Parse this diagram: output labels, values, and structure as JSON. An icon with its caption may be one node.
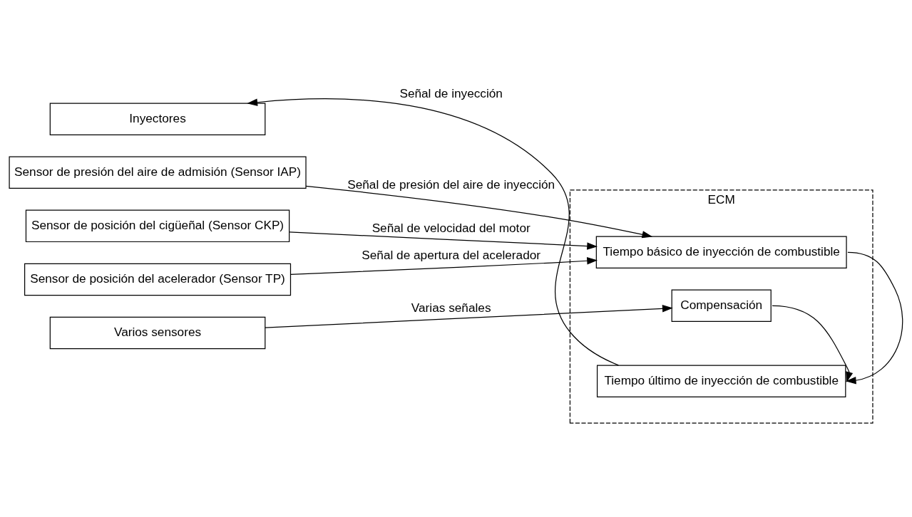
{
  "diagram": {
    "nodes": [
      {
        "text": [
          "ECM"
        ]
      },
      {
        "text": [
          "Sensor de presión del aire de admisión (Sensor IAP)"
        ]
      },
      {
        "text": [
          "Sensor de posición del cigüeñal (Sensor CKP)"
        ]
      },
      {
        "text": [
          "Sensor de posición del acelerador (Sensor TP)"
        ]
      },
      {
        "text": [
          "Varios sensores"
        ]
      },
      {
        "text": [
          "Inyectores"
        ]
      },
      {
        "text": [
          "Tiempo básico de inyección de combustible"
        ],
        "in": 0
      },
      {
        "text": [
          "Compensación"
        ],
        "in": 0
      },
      {
        "text": [
          "Tiempo último de inyección de combustible"
        ],
        "in": 0
      }
    ],
    "edges": [
      {
        "from": 1,
        "to": 6,
        "arrow": "to",
        "label": "Señal de presión del aire de inyección"
      },
      {
        "from": 2,
        "to": 6,
        "arrow": "to",
        "label": "Señal de velocidad del motor"
      },
      {
        "from": 3,
        "to": 6,
        "arrow": "to",
        "label": "Señal de apertura del acelerador"
      },
      {
        "from": 4,
        "to": 7,
        "arrow": "to",
        "label": "Varias señales"
      },
      {
        "from": 6,
        "to": 8,
        "arrow": "to"
      },
      {
        "from": 7,
        "to": 8,
        "arrow": "to"
      },
      {
        "from": 8,
        "to": 5,
        "arrow": "to",
        "label": "Señal de inyección"
      }
    ]
  }
}
